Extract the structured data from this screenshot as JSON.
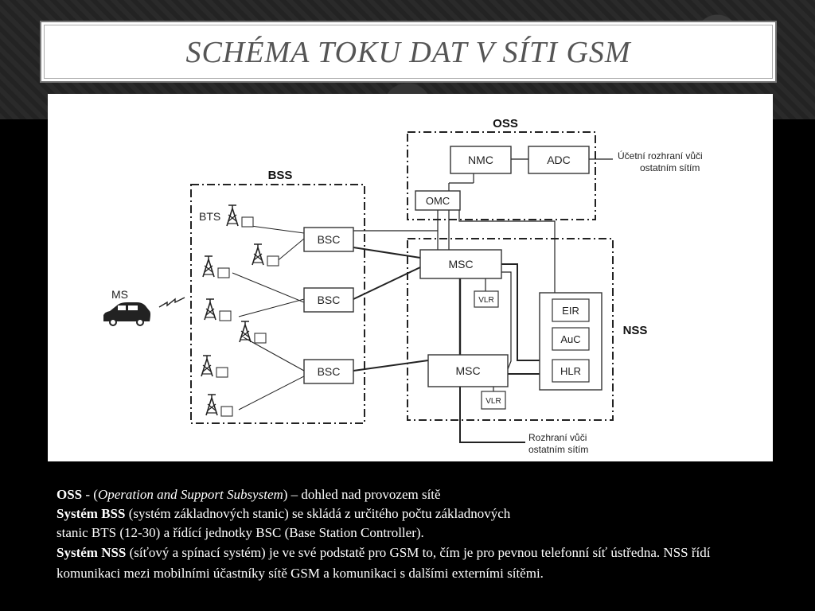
{
  "slide": {
    "title": "SCHÉMA TOKU DAT V SÍTI GSM"
  },
  "diagram": {
    "groups": {
      "oss": "OSS",
      "bss": "BSS",
      "nss": "NSS"
    },
    "nodes": {
      "nmc": "NMC",
      "adc": "ADC",
      "omc": "OMC",
      "bsc1": "BSC",
      "bsc2": "BSC",
      "bsc3": "BSC",
      "msc1": "MSC",
      "msc2": "MSC",
      "vlr1": "VLR",
      "vlr2": "VLR",
      "eir": "EIR",
      "auc": "AuC",
      "hlr": "HLR"
    },
    "labels": {
      "bts": "BTS",
      "ms": "MS",
      "adc_iface_line1": "Účetní rozhraní vůči",
      "adc_iface_line2": "ostatním sítím",
      "nss_iface_line1": "Rozhraní vůči",
      "nss_iface_line2": "ostatním sítím"
    }
  },
  "description": {
    "oss_term": "OSS",
    "oss_sep1": " - (",
    "oss_full": "Operation and Support Subsystem",
    "oss_rest": ") – dohled nad provozem sítě",
    "bss_term": "Systém BSS",
    "bss_text_line1": " (systém základnových stanic) se skládá z určitého počtu základnových",
    "bss_text_line2": "stanic BTS (12-30) a řídící jednotky BSC (Base Station Controller).",
    "nss_term": "Systém NSS",
    "nss_text": " (síťový a spínací systém) je ve své podstatě pro GSM to, čím je pro pevnou telefonní síť ústředna. NSS řídí komunikaci mezi mobilními účastníky sítě GSM a komunikaci s dalšími externími sítěmi."
  }
}
